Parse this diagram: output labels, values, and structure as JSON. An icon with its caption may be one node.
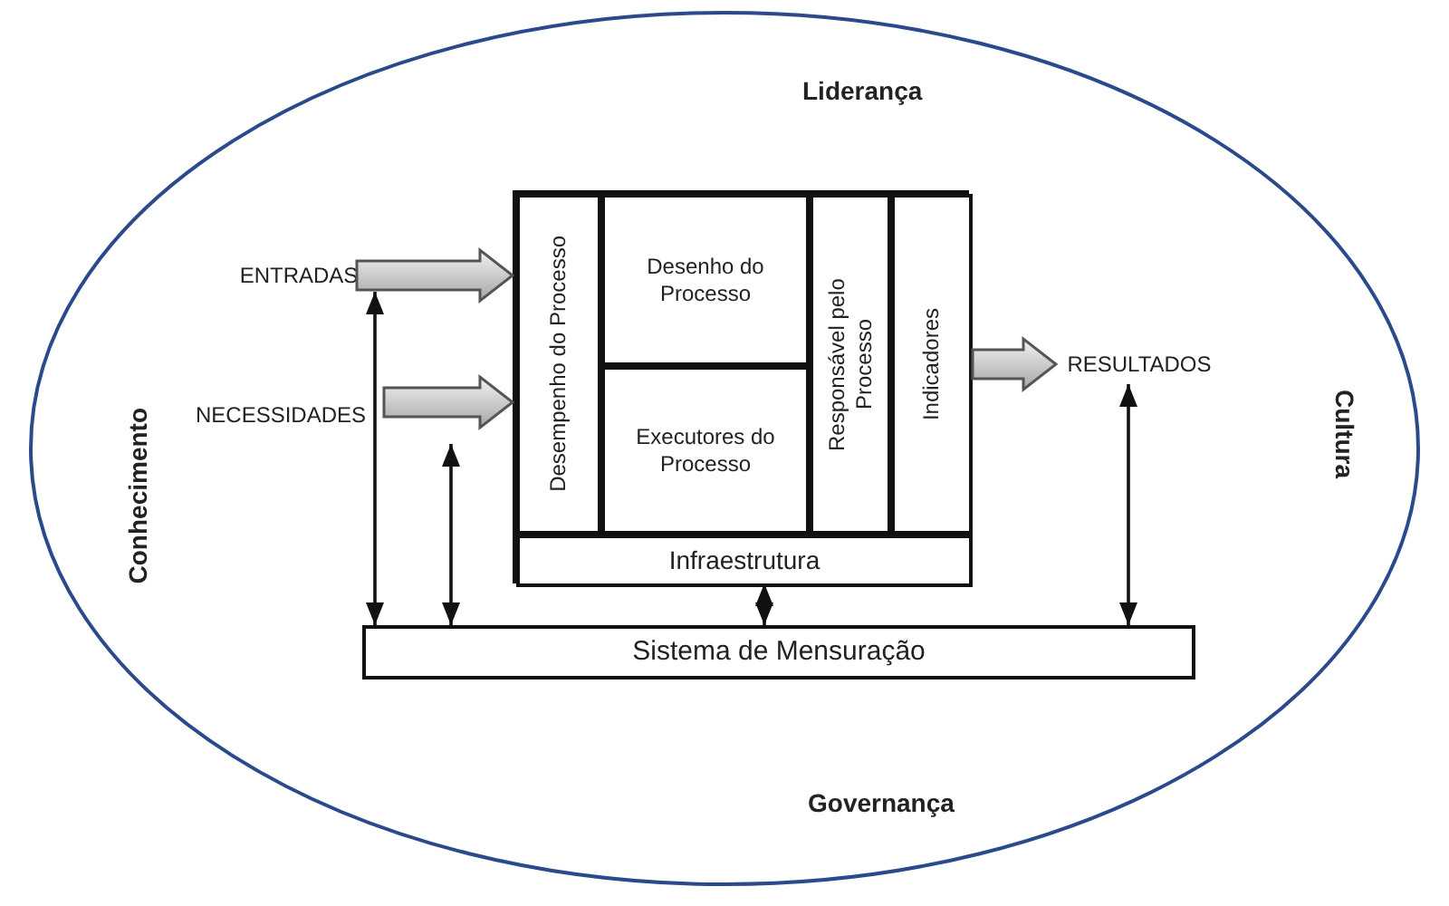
{
  "diagram": {
    "nodes": [
      {
        "text": [
          "Liderança",
          "Conhecimento",
          "Cultura",
          "Governança"
        ]
      },
      {
        "text": [
          "ENTRADAS"
        ],
        "in": 0
      },
      {
        "text": [
          "NECESSIDADES"
        ],
        "in": 0
      },
      {
        "text": [],
        "shape": "box",
        "in": 0
      },
      {
        "text": [
          "Desempenho do Processo"
        ],
        "in": 3
      },
      {
        "text": [
          "Desenho do Processo"
        ],
        "in": 3
      },
      {
        "text": [
          "Executores do Processo"
        ],
        "in": 3
      },
      {
        "text": [
          "Responsável pelo Processo"
        ],
        "in": 3
      },
      {
        "text": [
          "Indicadores"
        ],
        "in": 3
      },
      {
        "text": [
          "Infraestrutura"
        ],
        "in": 3
      },
      {
        "text": [
          "RESULTADOS"
        ],
        "in": 0
      },
      {
        "text": [
          "Sistema de Mensuração"
        ],
        "in": 0
      }
    ],
    "edges": [
      {
        "from": 1,
        "to": 3,
        "arrow": "to",
        "style": "thick"
      },
      {
        "from": 2,
        "to": 3,
        "arrow": "to",
        "style": "thick"
      },
      {
        "from": 8,
        "to": 10,
        "arrow": "to",
        "style": "thick"
      },
      {
        "from": 1,
        "to": 11,
        "arrow": "both"
      },
      {
        "from": null,
        "to": 11,
        "arrow": "both"
      },
      {
        "from": 9,
        "to": 11,
        "arrow": "both"
      },
      {
        "from": 10,
        "to": 11,
        "arrow": "both"
      }
    ]
  }
}
